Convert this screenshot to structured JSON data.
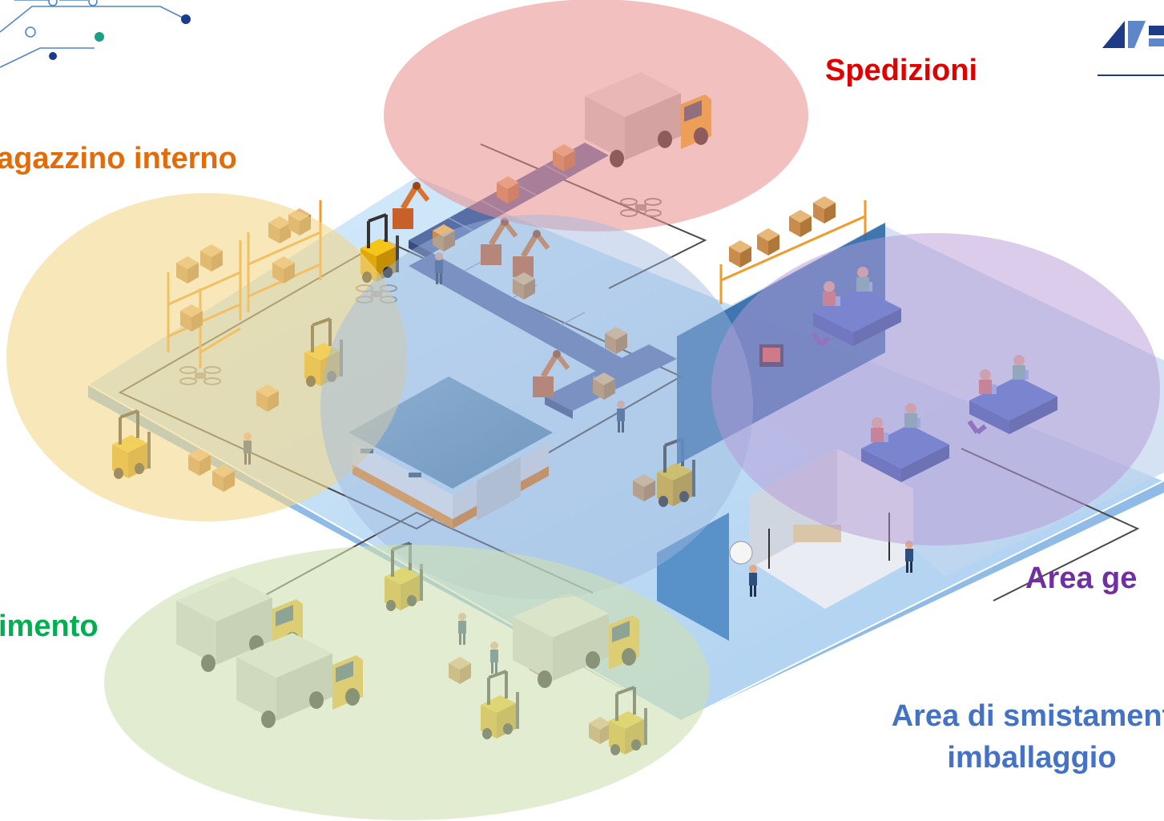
{
  "zones": {
    "shipping": {
      "label": "Spedizioni",
      "color": "#e00000",
      "fill": "#e98c8c"
    },
    "warehouse": {
      "label": "agazzino interno",
      "color": "#e26b0a",
      "fill": "#f1d78a"
    },
    "receiving": {
      "label": "imento",
      "color": "#00b050",
      "fill": "#cfe0b0"
    },
    "management": {
      "label": "Area ge",
      "color": "#7030a0",
      "fill": "#b59ad6"
    },
    "sorting": {
      "line1": "Area di smistament",
      "line2": "imballaggio",
      "color": "#4472c4",
      "fill": "#9db8de"
    }
  },
  "floor": {
    "color": "#b9d9f3",
    "edge": "#4b8fd6"
  },
  "icons": [
    "circuit-decoration-icon",
    "company-logo-icon",
    "truck-icon",
    "forklift-icon",
    "robot-arm-icon",
    "conveyor-belt-icon",
    "drone-icon",
    "warehouse-building-icon",
    "pallet-shelf-icon",
    "office-desk-icon",
    "photo-studio-icon",
    "worker-icon",
    "cardboard-box-icon"
  ]
}
